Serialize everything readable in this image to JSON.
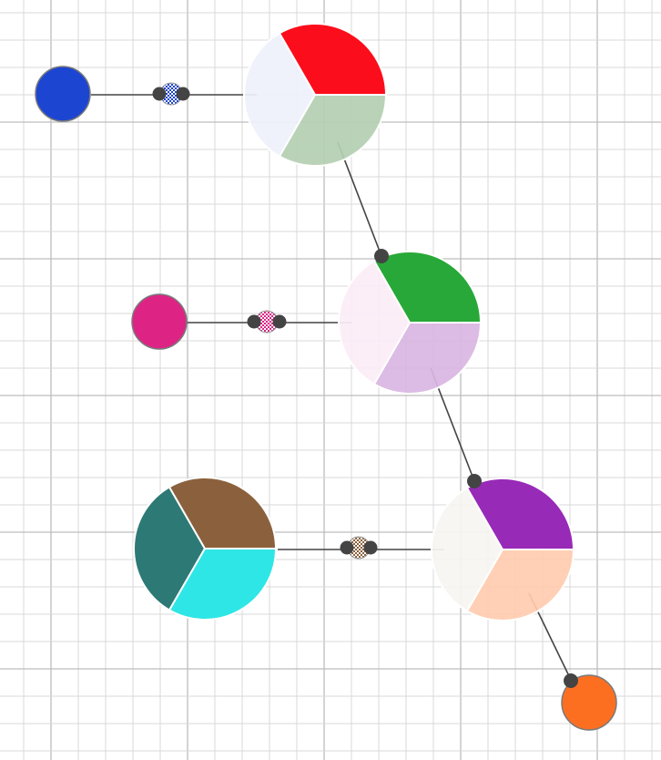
{
  "canvas": {
    "background": "#ffffff",
    "grid_minor_color": "#d9d9d9",
    "grid_major_color": "#bdbdbd",
    "link_color": "#444444",
    "handle_color": "#444444"
  },
  "wheels": [
    {
      "id": "wheel-1",
      "left": "#eef1fb",
      "top_right": "#fc0d1b",
      "bottom_right": "#b4cfb2",
      "translucent": true
    },
    {
      "id": "wheel-2",
      "left": "#fcedf6",
      "top_right": "#28a838",
      "bottom_right": "#d9b6e2",
      "translucent": true
    },
    {
      "id": "wheel-3",
      "left": "#f6f5f1",
      "top_right": "#982ab8",
      "bottom_right": "#ffccaf",
      "translucent": true
    },
    {
      "id": "wheel-4",
      "left": "#2d7975",
      "top_right": "#8b613d",
      "bottom_right": "#2ee6e6",
      "translucent": false
    }
  ],
  "dots": [
    {
      "id": "dot-blue",
      "color": "#1c45d2"
    },
    {
      "id": "dot-magenta",
      "color": "#dd2485"
    },
    {
      "id": "dot-orange",
      "color": "#fd6f20"
    }
  ],
  "mixers": [
    {
      "id": "mixer-1",
      "color_a": "#1c45d2",
      "color_b": "#ffffff"
    },
    {
      "id": "mixer-2",
      "color_a": "#dd2485",
      "color_b": "#ffffff"
    },
    {
      "id": "mixer-3",
      "color_a": "#8b613d",
      "color_b": "#ffffff"
    }
  ]
}
